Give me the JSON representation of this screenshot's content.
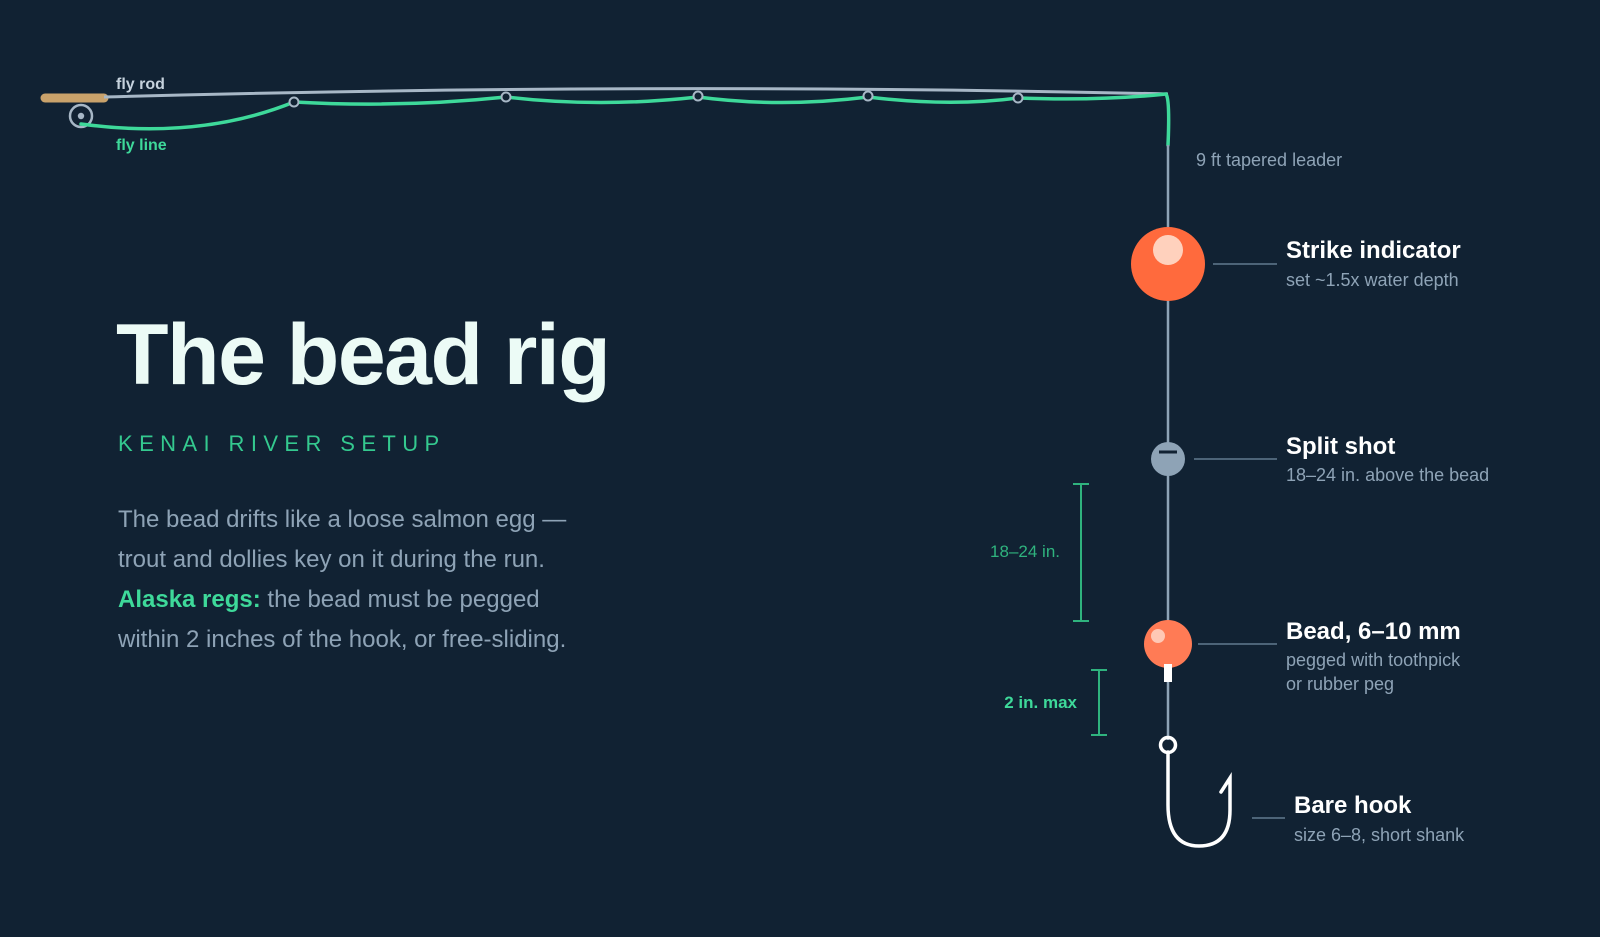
{
  "rod": {
    "rod_label": "fly rod",
    "line_label": "fly line",
    "leader_label": "9 ft tapered leader"
  },
  "heading": {
    "title": "The bead rig",
    "subtitle": "KENAI RIVER SETUP",
    "body_before": "The bead drifts like a loose salmon egg — trout and dollies key on it during the run. ",
    "body_em": "Alaska regs:",
    "body_after": " the bead must be pegged within 2 inches of the hook, or free-sliding."
  },
  "components": [
    {
      "title": "Strike indicator",
      "desc": [
        "set ~1.5x water depth"
      ]
    },
    {
      "title": "Split shot",
      "desc": [
        "18–24 in. above the bead"
      ]
    },
    {
      "title": "Bead, 6–10 mm",
      "desc": [
        "pegged with toothpick",
        "or rubber peg"
      ]
    },
    {
      "title": "Bare hook",
      "desc": [
        "size 6–8, short shank"
      ]
    }
  ],
  "measurements": {
    "shot_to_bead": "18–24 in.",
    "bead_to_hook": "2 in. max"
  },
  "colors": {
    "background": "#112233",
    "fly_line": "#3ed99a",
    "rod": "#a7b7c6",
    "handle": "#c9a26b",
    "indicator": "#ff6a3d",
    "bead": "#ff7b55",
    "split_shot": "#8ea3b6",
    "hook": "#ffffff"
  }
}
